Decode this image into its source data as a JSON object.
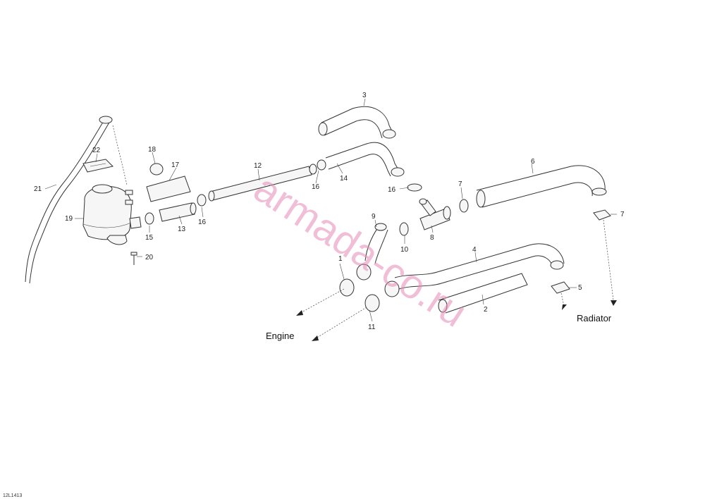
{
  "callouts": [
    "1",
    "2",
    "3",
    "4",
    "5",
    "6",
    "7",
    "7",
    "8",
    "9",
    "10",
    "11",
    "12",
    "13",
    "14",
    "15",
    "16",
    "16",
    "16",
    "17",
    "18",
    "19",
    "20",
    "21",
    "22"
  ],
  "labels": {
    "engine": "Engine",
    "radiator": "Radiator"
  },
  "diagram_ref": "12L1413",
  "watermark": "armada-co.ru",
  "colors": {
    "line": "#333333",
    "watermark": "#e58ab5",
    "background": "#ffffff"
  }
}
